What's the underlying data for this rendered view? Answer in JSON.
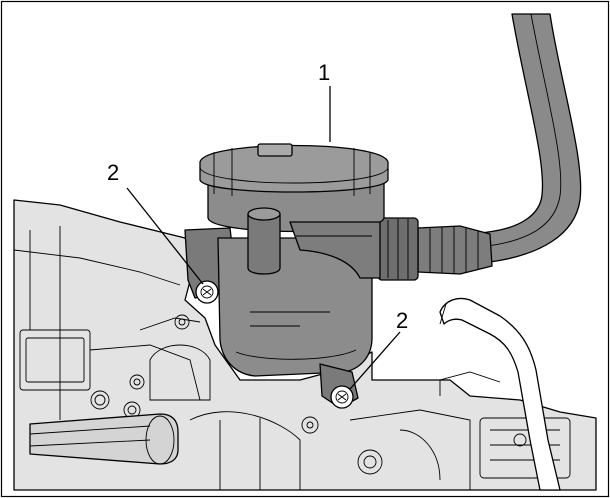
{
  "callouts": {
    "item_1": "1",
    "item_2_left": "2",
    "item_2_right": "2"
  },
  "colors": {
    "background": "#ffffff",
    "engine_gray": "#e3e3e3",
    "part_gray": "#8c8c8c",
    "part_dark": "#6f6f6f",
    "hose_gray": "#8a8a8a",
    "line": "#000000"
  }
}
